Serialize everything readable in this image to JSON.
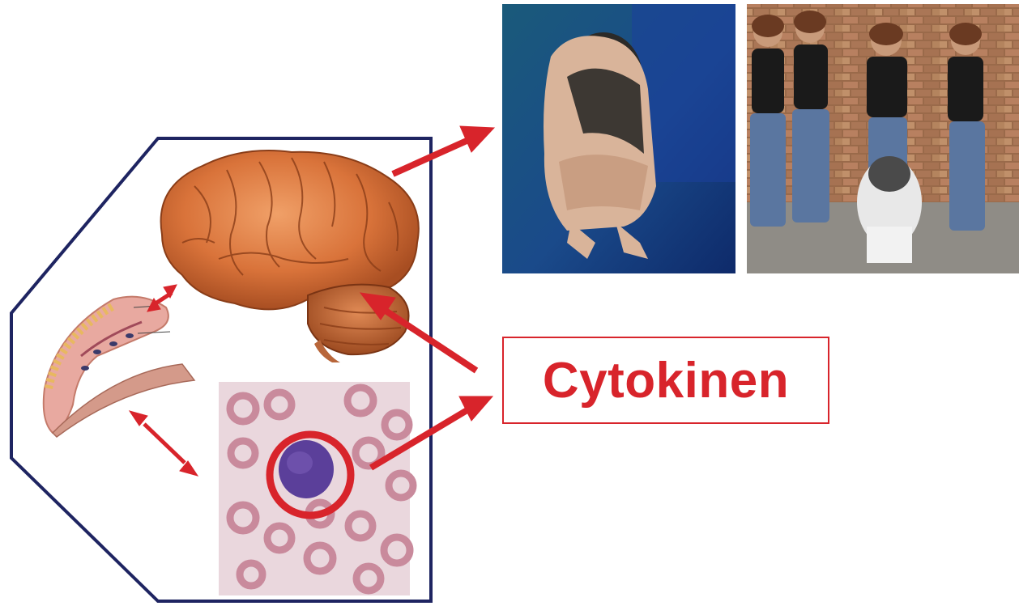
{
  "label": {
    "text": "Cytokinen"
  },
  "colors": {
    "arrow_red": "#d8242b",
    "hexagon_navy": "#1e2461",
    "brain_orange": "#d9733a",
    "blood_bg": "#ead7dd",
    "rbc": "#c98a9c",
    "lymphocyte": "#5b3f9a"
  },
  "illustration": {
    "brain_icon": "brain-icon",
    "gland_icon": "thymus-gland-icon",
    "blood_icon": "blood-smear-icon",
    "photo_left_icon": "crouching-woman-photo",
    "photo_right_icon": "bullying-scene-photo"
  }
}
